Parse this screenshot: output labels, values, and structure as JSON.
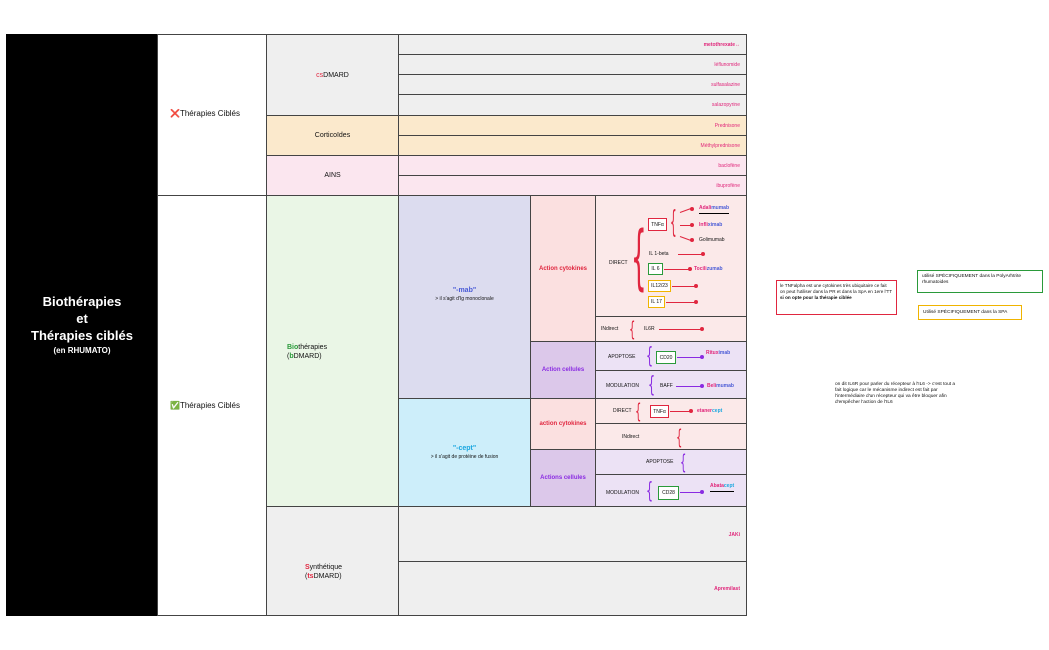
{
  "left_panel": {
    "line1": "Biothérapies",
    "line2": "et",
    "line3": "Thérapies ciblés",
    "line4": "(en RHUMATO)"
  },
  "non_targeted": {
    "mark": "❌",
    "label": "Thérapies Ciblés"
  },
  "targeted": {
    "mark": "✅",
    "label": "Thérapies Ciblés"
  },
  "csdmard": {
    "prefix": "cs",
    "label": "DMARD",
    "drugs": [
      "metothrexate↔",
      "léflunomide",
      "sulfasalazine",
      "salazopyrine"
    ]
  },
  "corticoides": {
    "label": "Corticoïdes",
    "drugs": [
      "Prednisone",
      "Méthylprednisone"
    ]
  },
  "ains": {
    "label": "AINS",
    "drugs": [
      "baclofène",
      "ibuprofène"
    ]
  },
  "bdmard": {
    "prefix": "Bio",
    "label": "thérapies",
    "paren_open": "(",
    "paren_prefix": "b",
    "paren_label": "DMARD)"
  },
  "tsdmard": {
    "prefix": "S",
    "label": "ynthétique",
    "paren_open": "(",
    "paren_prefix": "ts",
    "paren_label": "DMARD)",
    "drugs": [
      "JAKi",
      "Apremilast"
    ]
  },
  "mab": {
    "title": "\"-mab\"",
    "desc": "> il s'agit d'Ig monoclonale"
  },
  "cept": {
    "title": "\"-cept\"",
    "desc": "> il s'agit de protéine de fusion"
  },
  "action_cytokines_mab": "Action cytokines",
  "action_cellules_mab": "Action cellules",
  "action_cytokines_cept": "action cytokines",
  "actions_cellules_cept": "Actions cellules",
  "direct_label": "DIRECT",
  "indirect_label": "INdirect",
  "targets": {
    "tnf": "TNFα",
    "il1": "IL 1-beta",
    "il6": "IL 6",
    "il12": "IL12/23",
    "il17": "IL 17",
    "il6r": "IL6R",
    "cd20": "CD20",
    "baff": "BAFF",
    "cd28": "CD28"
  },
  "mab_drugs": {
    "adalimumab": {
      "a": "Adali",
      "b": "mumab"
    },
    "infliximab": {
      "a": "Infli",
      "b": "ximab"
    },
    "golimumab": "Golimumab",
    "tocilizumab": {
      "a": "Tocili",
      "b": "zumab"
    },
    "rituximab": {
      "a": "Ritux",
      "b": "imab"
    },
    "belimumab": {
      "a": "Beli",
      "b": "mumab"
    }
  },
  "cept_drugs": {
    "etanercept": {
      "a": "etaner",
      "b": "cept"
    },
    "abatacept": {
      "a": "Abata",
      "b": "cept"
    }
  },
  "apoptose_label": "APOPTOSE",
  "modulation_label": "MODULATION",
  "note_tnf": {
    "text": "le TNFalpha est une cytokines très ubiquitaire ce fait on peut l'utiliser dans la PR et dans la SpA en 1ere l'TT",
    "bold": "si on opte pour la thérapie ciblée"
  },
  "note_green": "utilisé SPÉCIFIQUEMENT  dans la PolyArhtrite rhumatoides",
  "note_yellow": "Utilisé SPÉCIFIQUEMENT dans la SPA",
  "note_il6": "on dit IL6R pour parler du récepteur à l'IL6 -> c'est tout a fait logique car le mécanisme indirect est fait par l'intermédiaire d'un récepteur qui va être bloquer afin d'empêcher l'action de l'IL6",
  "colors": {
    "red": "#e0263f",
    "pink": "#e0267a",
    "blue": "#4a5bd6",
    "purple": "#8a2be2",
    "cyan": "#1ba7e0",
    "green": "#2a9a3a",
    "yellow": "#f0b400"
  }
}
